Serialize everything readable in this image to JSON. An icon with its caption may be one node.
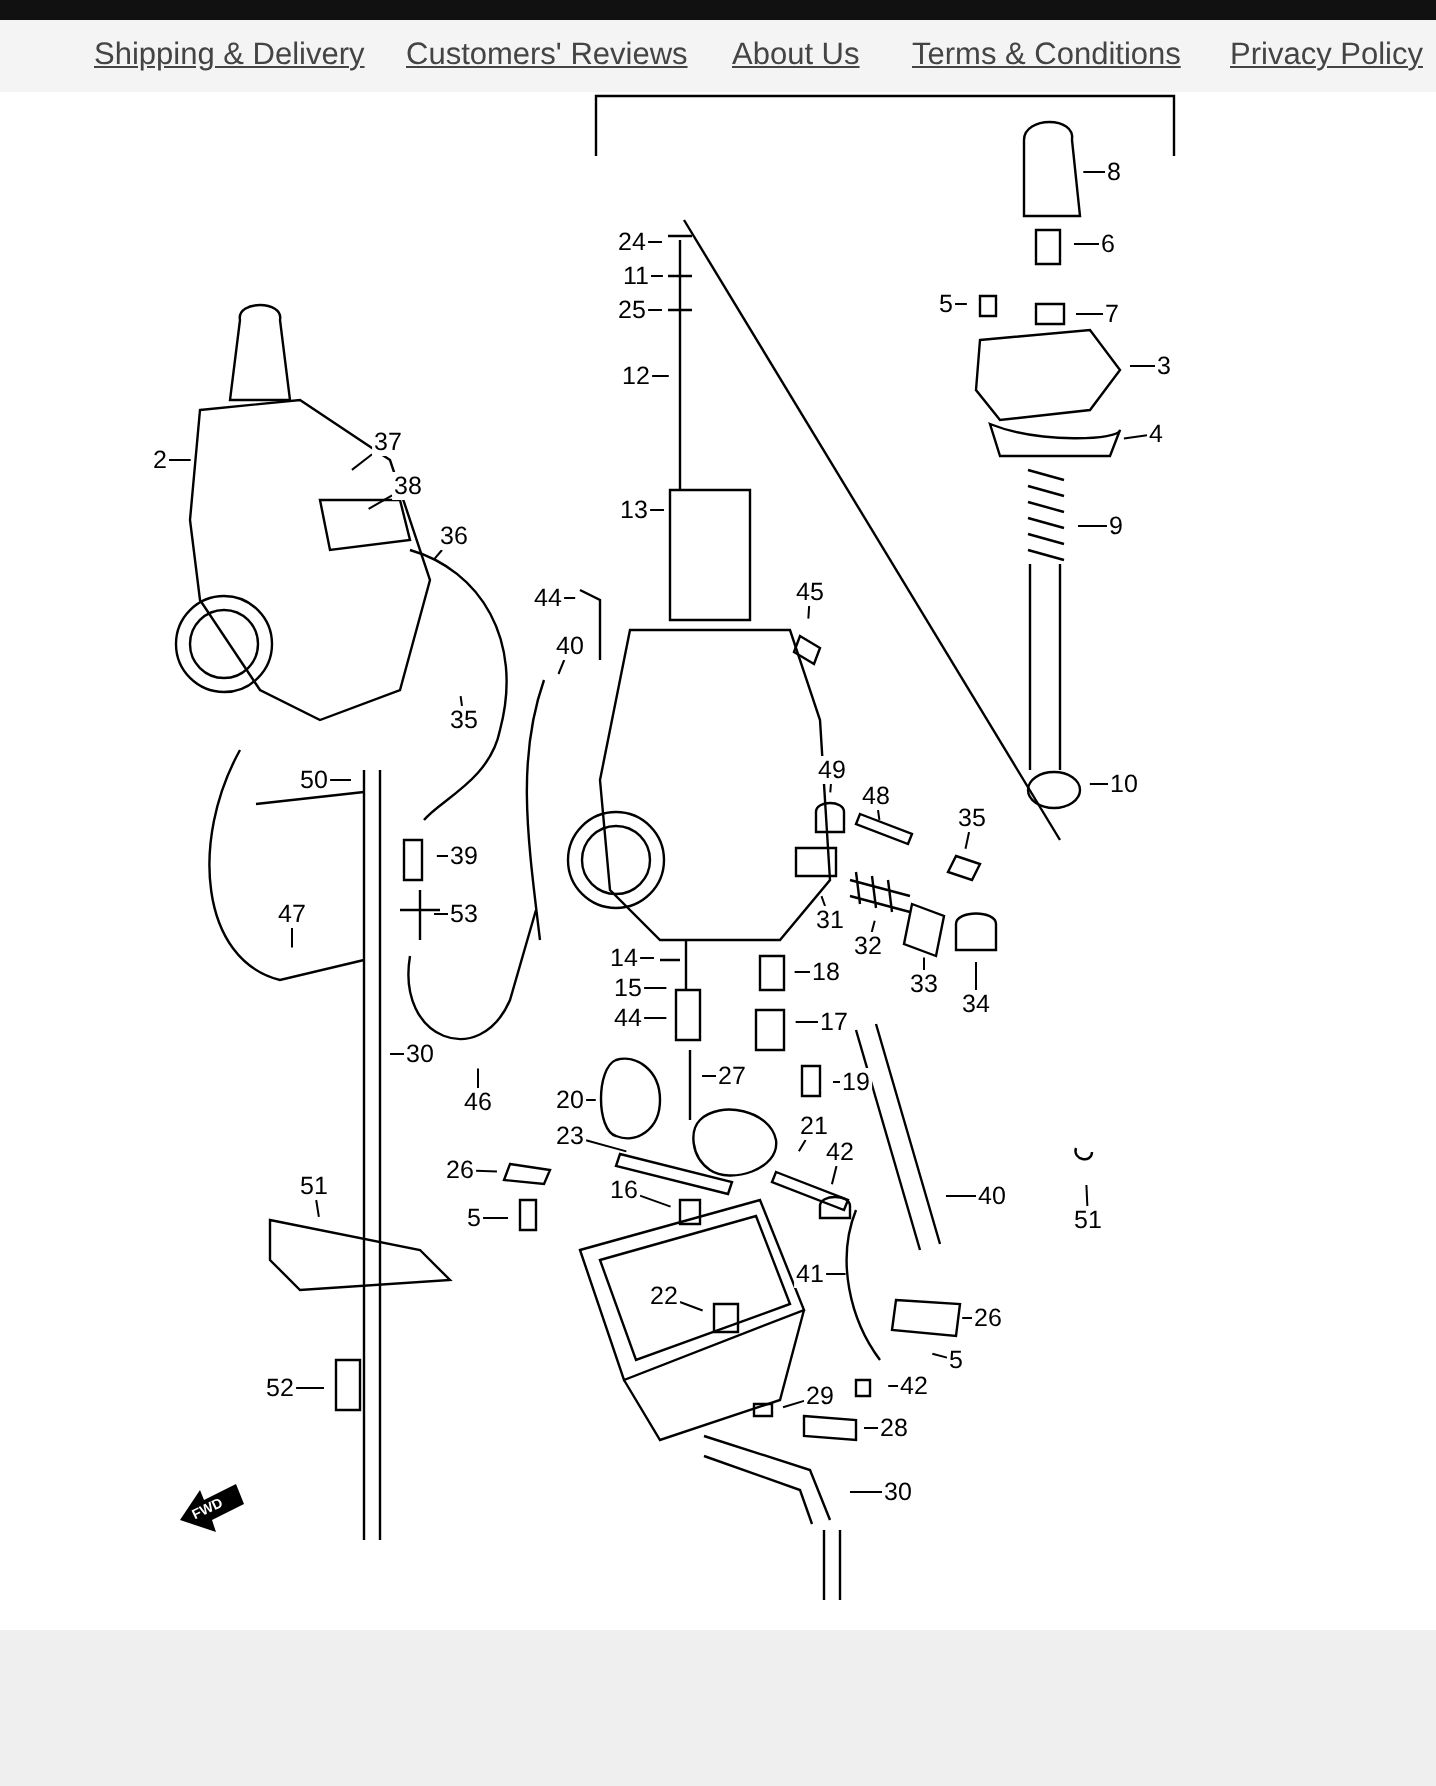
{
  "diagram": {
    "nodes": [
      {
        "text": [
          "8"
        ]
      },
      {
        "text": [
          "24"
        ]
      },
      {
        "text": [
          "6"
        ]
      },
      {
        "text": [
          "11"
        ]
      },
      {
        "text": [
          "5"
        ]
      },
      {
        "text": [
          "25"
        ]
      },
      {
        "text": [
          "7"
        ]
      },
      {
        "text": [
          "3"
        ]
      },
      {
        "text": [
          "12"
        ]
      },
      {
        "text": [
          "4"
        ]
      },
      {
        "text": [
          "37"
        ]
      },
      {
        "text": [
          "2"
        ]
      },
      {
        "text": [
          "38"
        ]
      },
      {
        "text": [
          "13"
        ]
      },
      {
        "text": [
          "9"
        ]
      },
      {
        "text": [
          "36"
        ]
      },
      {
        "text": [
          "45"
        ]
      },
      {
        "text": [
          "44"
        ]
      },
      {
        "text": [
          "40"
        ]
      },
      {
        "text": [
          "35"
        ]
      },
      {
        "text": [
          "49"
        ]
      },
      {
        "text": [
          "50"
        ]
      },
      {
        "text": [
          "10"
        ]
      },
      {
        "text": [
          "48"
        ]
      },
      {
        "text": [
          "35"
        ]
      },
      {
        "text": [
          "39"
        ]
      },
      {
        "text": [
          "47"
        ]
      },
      {
        "text": [
          "53"
        ]
      },
      {
        "text": [
          "31"
        ]
      },
      {
        "text": [
          "32"
        ]
      },
      {
        "text": [
          "14"
        ]
      },
      {
        "text": [
          "18"
        ]
      },
      {
        "text": [
          "33"
        ]
      },
      {
        "text": [
          "15"
        ]
      },
      {
        "text": [
          "34"
        ]
      },
      {
        "text": [
          "44"
        ]
      },
      {
        "text": [
          "17"
        ]
      },
      {
        "text": [
          "30"
        ]
      },
      {
        "text": [
          "27"
        ]
      },
      {
        "text": [
          "19"
        ]
      },
      {
        "text": [
          "20"
        ]
      },
      {
        "text": [
          "46"
        ]
      },
      {
        "text": [
          "21"
        ]
      },
      {
        "text": [
          "23"
        ]
      },
      {
        "text": [
          "42"
        ]
      },
      {
        "text": [
          "26"
        ]
      },
      {
        "text": [
          "51"
        ]
      },
      {
        "text": [
          "16"
        ]
      },
      {
        "text": [
          "40"
        ]
      },
      {
        "text": [
          "5"
        ]
      },
      {
        "text": [
          "51"
        ]
      },
      {
        "text": [
          "41"
        ]
      },
      {
        "text": [
          "22"
        ]
      },
      {
        "text": [
          "26"
        ]
      },
      {
        "text": [
          "5"
        ]
      },
      {
        "text": [
          "42"
        ]
      },
      {
        "text": [
          "52"
        ]
      },
      {
        "text": [
          "29"
        ]
      },
      {
        "text": [
          "28"
        ]
      },
      {
        "text": [
          "30"
        ]
      }
    ],
    "edges": [
      {
        "from": 0,
        "to": null,
        "arrow": "none"
      },
      {
        "from": 1,
        "to": null,
        "arrow": "none"
      },
      {
        "from": 2,
        "to": null,
        "arrow": "none"
      },
      {
        "from": 3,
        "to": null,
        "arrow": "none"
      },
      {
        "from": 4,
        "to": null,
        "arrow": "none"
      },
      {
        "from": 5,
        "to": null,
        "arrow": "none"
      },
      {
        "from": 6,
        "to": null,
        "arrow": "none"
      },
      {
        "from": 7,
        "to": null,
        "arrow": "none"
      },
      {
        "from": 8,
        "to": null,
        "arrow": "none"
      },
      {
        "from": 9,
        "to": null,
        "arrow": "none"
      },
      {
        "from": 10,
        "to": null,
        "arrow": "none"
      },
      {
        "from": 11,
        "to": null,
        "arrow": "none"
      },
      {
        "from": 12,
        "to": null,
        "arrow": "none"
      },
      {
        "from": 13,
        "to": null,
        "arrow": "none"
      },
      {
        "from": 14,
        "to": null,
        "arrow": "none"
      },
      {
        "from": 15,
        "to": null,
        "arrow": "none"
      },
      {
        "from": 16,
        "to": null,
        "arrow": "none"
      },
      {
        "from": 17,
        "to": null,
        "arrow": "none"
      },
      {
        "from": 18,
        "to": null,
        "arrow": "none"
      },
      {
        "from": 19,
        "to": null,
        "arrow": "none"
      },
      {
        "from": 20,
        "to": null,
        "arrow": "none"
      },
      {
        "from": 21,
        "to": null,
        "arrow": "none"
      },
      {
        "from": 22,
        "to": null,
        "arrow": "none"
      },
      {
        "from": 23,
        "to": null,
        "arrow": "none"
      },
      {
        "from": 24,
        "to": null,
        "arrow": "none"
      },
      {
        "from": 25,
        "to": null,
        "arrow": "none"
      },
      {
        "from": 26,
        "to": null,
        "arrow": "none"
      },
      {
        "from": 27,
        "to": null,
        "arrow": "none"
      },
      {
        "from": 28,
        "to": null,
        "arrow": "none"
      },
      {
        "from": 29,
        "to": null,
        "arrow": "none"
      },
      {
        "from": 30,
        "to": null,
        "arrow": "none"
      },
      {
        "from": 31,
        "to": null,
        "arrow": "none"
      },
      {
        "from": 32,
        "to": null,
        "arrow": "none"
      },
      {
        "from": 33,
        "to": null,
        "arrow": "none"
      },
      {
        "from": 34,
        "to": null,
        "arrow": "none"
      },
      {
        "from": 35,
        "to": null,
        "arrow": "none"
      },
      {
        "from": 36,
        "to": null,
        "arrow": "none"
      },
      {
        "from": 37,
        "to": null,
        "arrow": "none"
      },
      {
        "from": 38,
        "to": null,
        "arrow": "none"
      },
      {
        "from": 39,
        "to": null,
        "arrow": "none"
      },
      {
        "from": 40,
        "to": null,
        "arrow": "none"
      },
      {
        "from": 41,
        "to": null,
        "arrow": "none"
      },
      {
        "from": 42,
        "to": null,
        "arrow": "none"
      },
      {
        "from": 43,
        "to": null,
        "arrow": "none"
      },
      {
        "from": 44,
        "to": null,
        "arrow": "none"
      },
      {
        "from": 45,
        "to": null,
        "arrow": "none"
      },
      {
        "from": 46,
        "to": null,
        "arrow": "none"
      },
      {
        "from": 47,
        "to": null,
        "arrow": "none"
      },
      {
        "from": 48,
        "to": null,
        "arrow": "none"
      },
      {
        "from": 49,
        "to": null,
        "arrow": "none"
      },
      {
        "from": 50,
        "to": null,
        "arrow": "none"
      },
      {
        "from": 51,
        "to": null,
        "arrow": "none"
      },
      {
        "from": 52,
        "to": null,
        "arrow": "none"
      },
      {
        "from": 53,
        "to": null,
        "arrow": "none"
      },
      {
        "from": 54,
        "to": null,
        "arrow": "none"
      },
      {
        "from": 55,
        "to": null,
        "arrow": "none"
      },
      {
        "from": 56,
        "to": null,
        "arrow": "none"
      },
      {
        "from": 57,
        "to": null,
        "arrow": "none"
      },
      {
        "from": 58,
        "to": null,
        "arrow": "none"
      },
      {
        "from": 59,
        "to": null,
        "arrow": "none"
      }
    ],
    "labels": [
      "Shipping & Delivery",
      "Customers' Reviews",
      "About Us",
      "Terms & Conditions",
      "Privacy Policy",
      "FWD"
    ]
  }
}
